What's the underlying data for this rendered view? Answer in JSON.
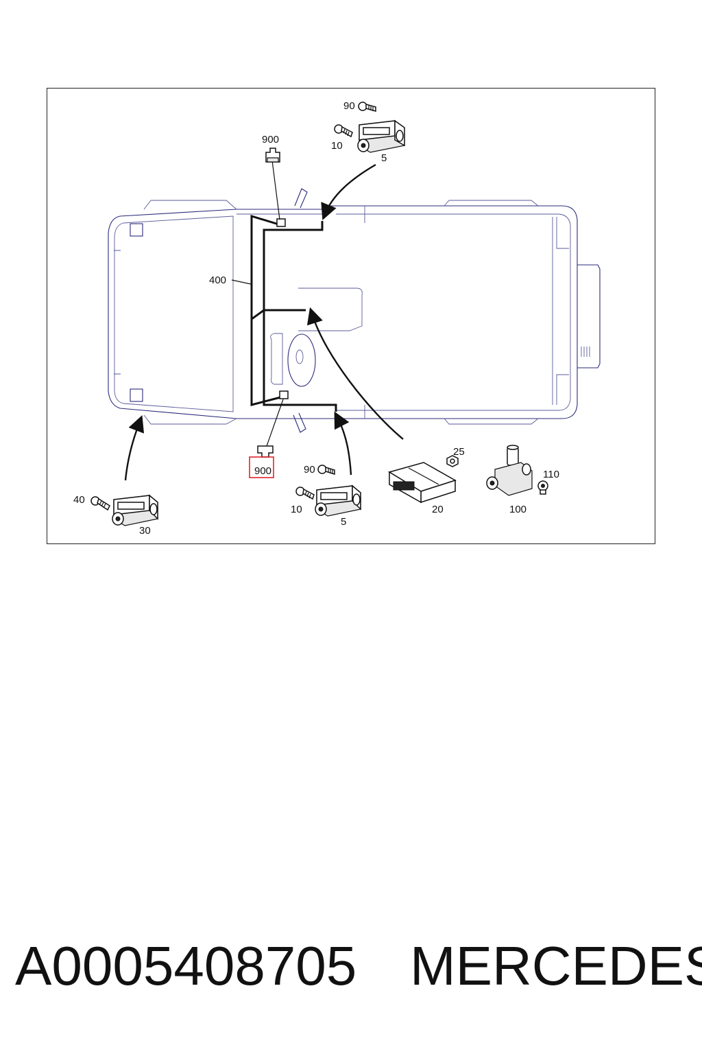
{
  "diagram": {
    "callouts": {
      "c90_top": "90",
      "c10_top": "10",
      "c5_top": "5",
      "c900_top": "900",
      "c400": "400",
      "c900_bottom": "900",
      "c90_bottom": "90",
      "c10_bottom": "10",
      "c5_bottom": "5",
      "c25": "25",
      "c20": "20",
      "c110": "110",
      "c100": "100",
      "c40": "40",
      "c30": "30"
    },
    "highlight_color": "#e0252a"
  },
  "footer": {
    "part_number": "A0005408705",
    "brand": "MERCEDES"
  }
}
